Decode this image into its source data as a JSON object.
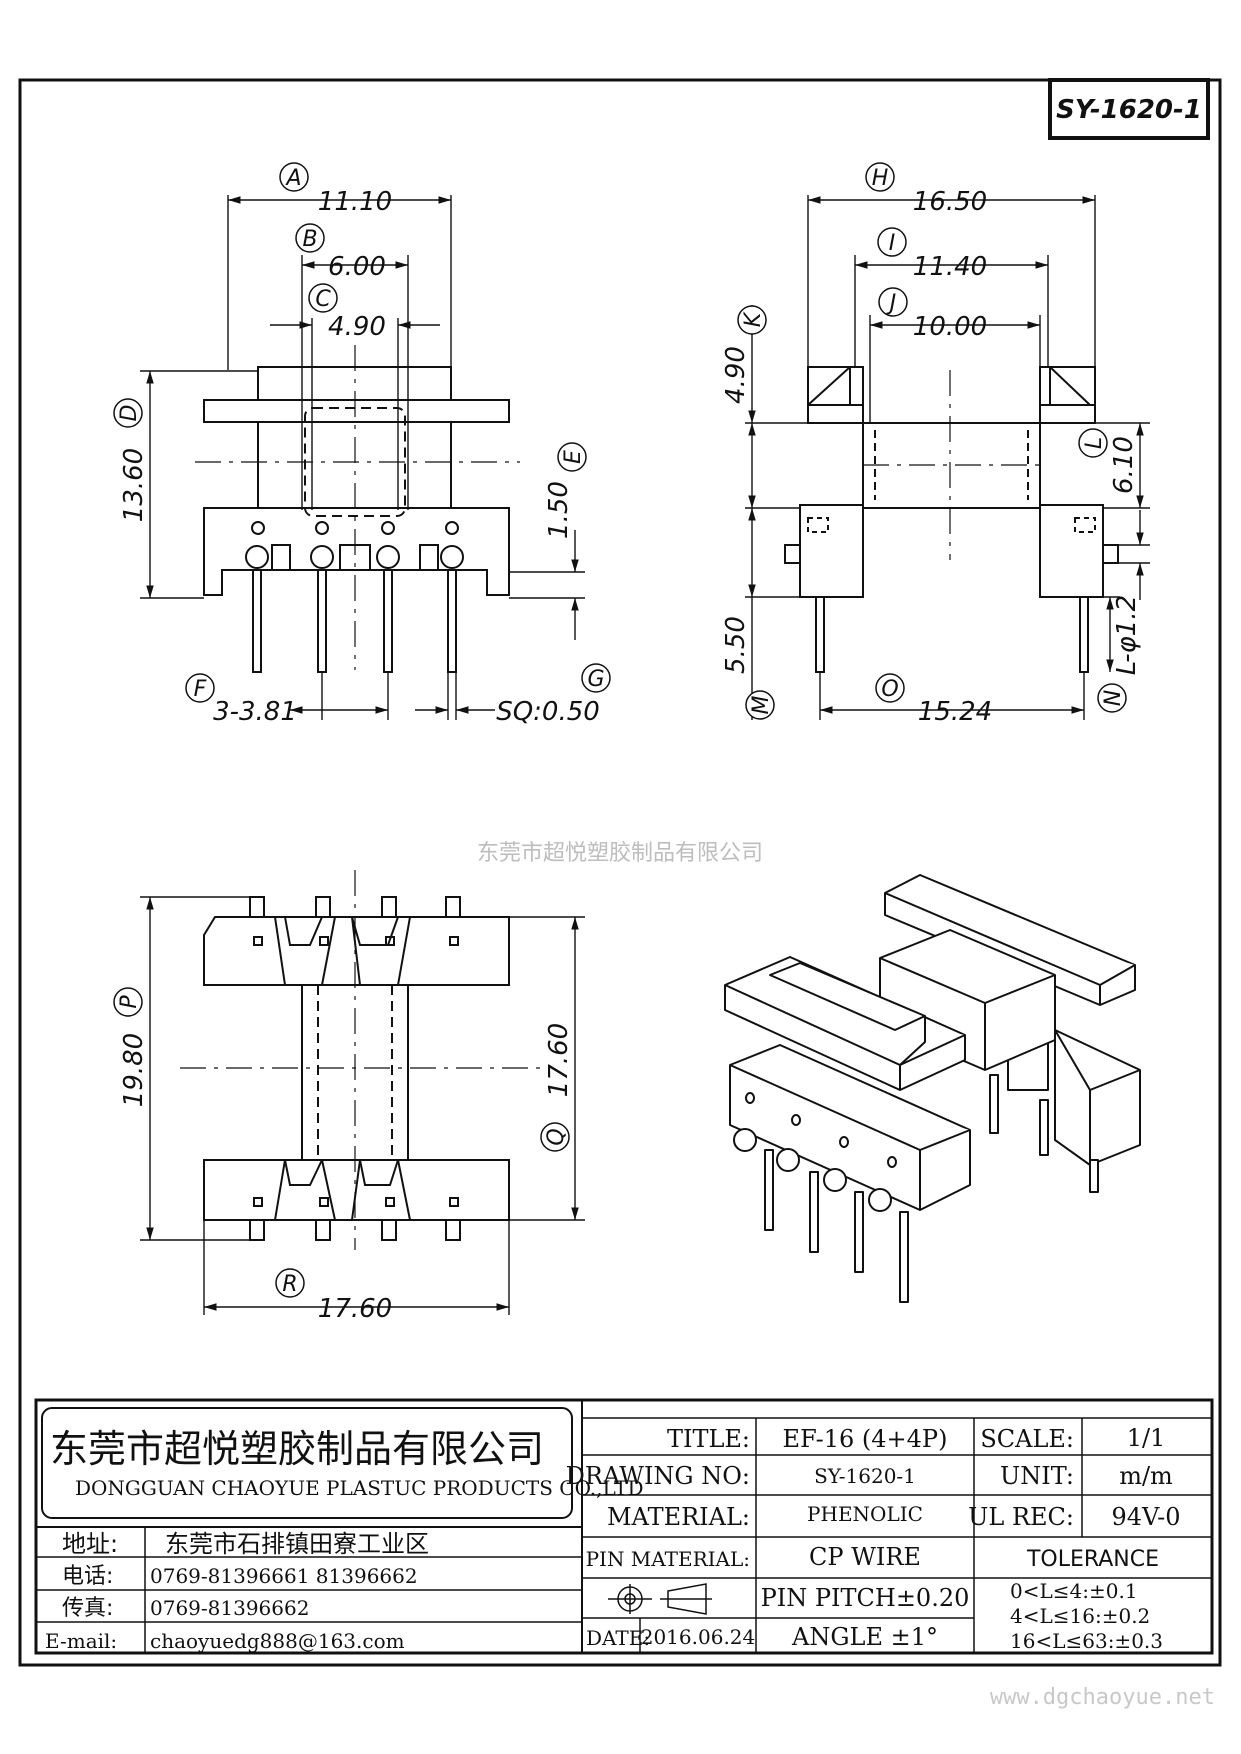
{
  "drawing_number_box": "SY-1620-1",
  "watermark": "东莞市超悦塑胶制品有限公司",
  "footer_url": "www.dgchaoyue.net",
  "front_view": {
    "dim_A": {
      "tag": "A",
      "value": "11.10"
    },
    "dim_B": {
      "tag": "B",
      "value": "6.00"
    },
    "dim_C": {
      "tag": "C",
      "value": "4.90"
    },
    "dim_D": {
      "tag": "D",
      "value": "13.60"
    },
    "dim_E": {
      "tag": "E",
      "value": "1.50"
    },
    "dim_F": {
      "tag": "F",
      "value": "3-3.81"
    },
    "dim_G": {
      "tag": "G",
      "value": "SQ:0.50"
    }
  },
  "side_view": {
    "dim_H": {
      "tag": "H",
      "value": "16.50"
    },
    "dim_I": {
      "tag": "I",
      "value": "11.40"
    },
    "dim_J": {
      "tag": "J",
      "value": "10.00"
    },
    "dim_K": {
      "tag": "K",
      "value": "4.90"
    },
    "dim_L": {
      "tag": "L",
      "value": "6.10"
    },
    "dim_M": {
      "tag": "M",
      "value": "5.50"
    },
    "dim_N": {
      "tag": "N",
      "value": "L-φ1.2"
    },
    "dim_O": {
      "tag": "O",
      "value": "15.24"
    }
  },
  "bottom_view": {
    "dim_P": {
      "tag": "P",
      "value": "19.80"
    },
    "dim_Q": {
      "tag": "Q",
      "value": "17.60"
    },
    "dim_R": {
      "tag": "R",
      "value": "17.60"
    }
  },
  "company": {
    "name_cn": "东莞市超悦塑胶制品有限公司",
    "name_en": "DONGGUAN CHAOYUE PLASTUC PRODUCTS CO.,LTD",
    "address_label": "地址:",
    "address_value": "东莞市石排镇田寮工业区",
    "phone_label": "电话:",
    "phone_value": "0769-81396661   81396662",
    "fax_label": "传真:",
    "fax_value": "0769-81396662",
    "email_label": "E-mail:",
    "email_value": "chaoyuedg888@163.com"
  },
  "title_block": {
    "title_label": "TITLE:",
    "title_value": "EF-16 (4+4P)",
    "drawing_no_label": "DRAWING NO:",
    "drawing_no_value": "SY-1620-1",
    "material_label": "MATERIAL:",
    "material_value": "PHENOLIC",
    "pin_material_label": "PIN MATERIAL:",
    "pin_material_value": "CP WIRE",
    "date_label": "DATE:",
    "date_value": "2016.06.24",
    "pin_pitch": "PIN PITCH±0.20",
    "angle": "ANGLE  ±1°",
    "scale_label": "SCALE:",
    "scale_value": "1/1",
    "unit_label": "UNIT:",
    "unit_value": "m/m",
    "ul_rec_label": "UL REC:",
    "ul_rec_value": "94V-0",
    "tolerance_label": "TOLERANCE",
    "tolerance_rows": [
      "0<L≤4:±0.1",
      "4<L≤16:±0.2",
      "16<L≤63:±0.3"
    ]
  }
}
